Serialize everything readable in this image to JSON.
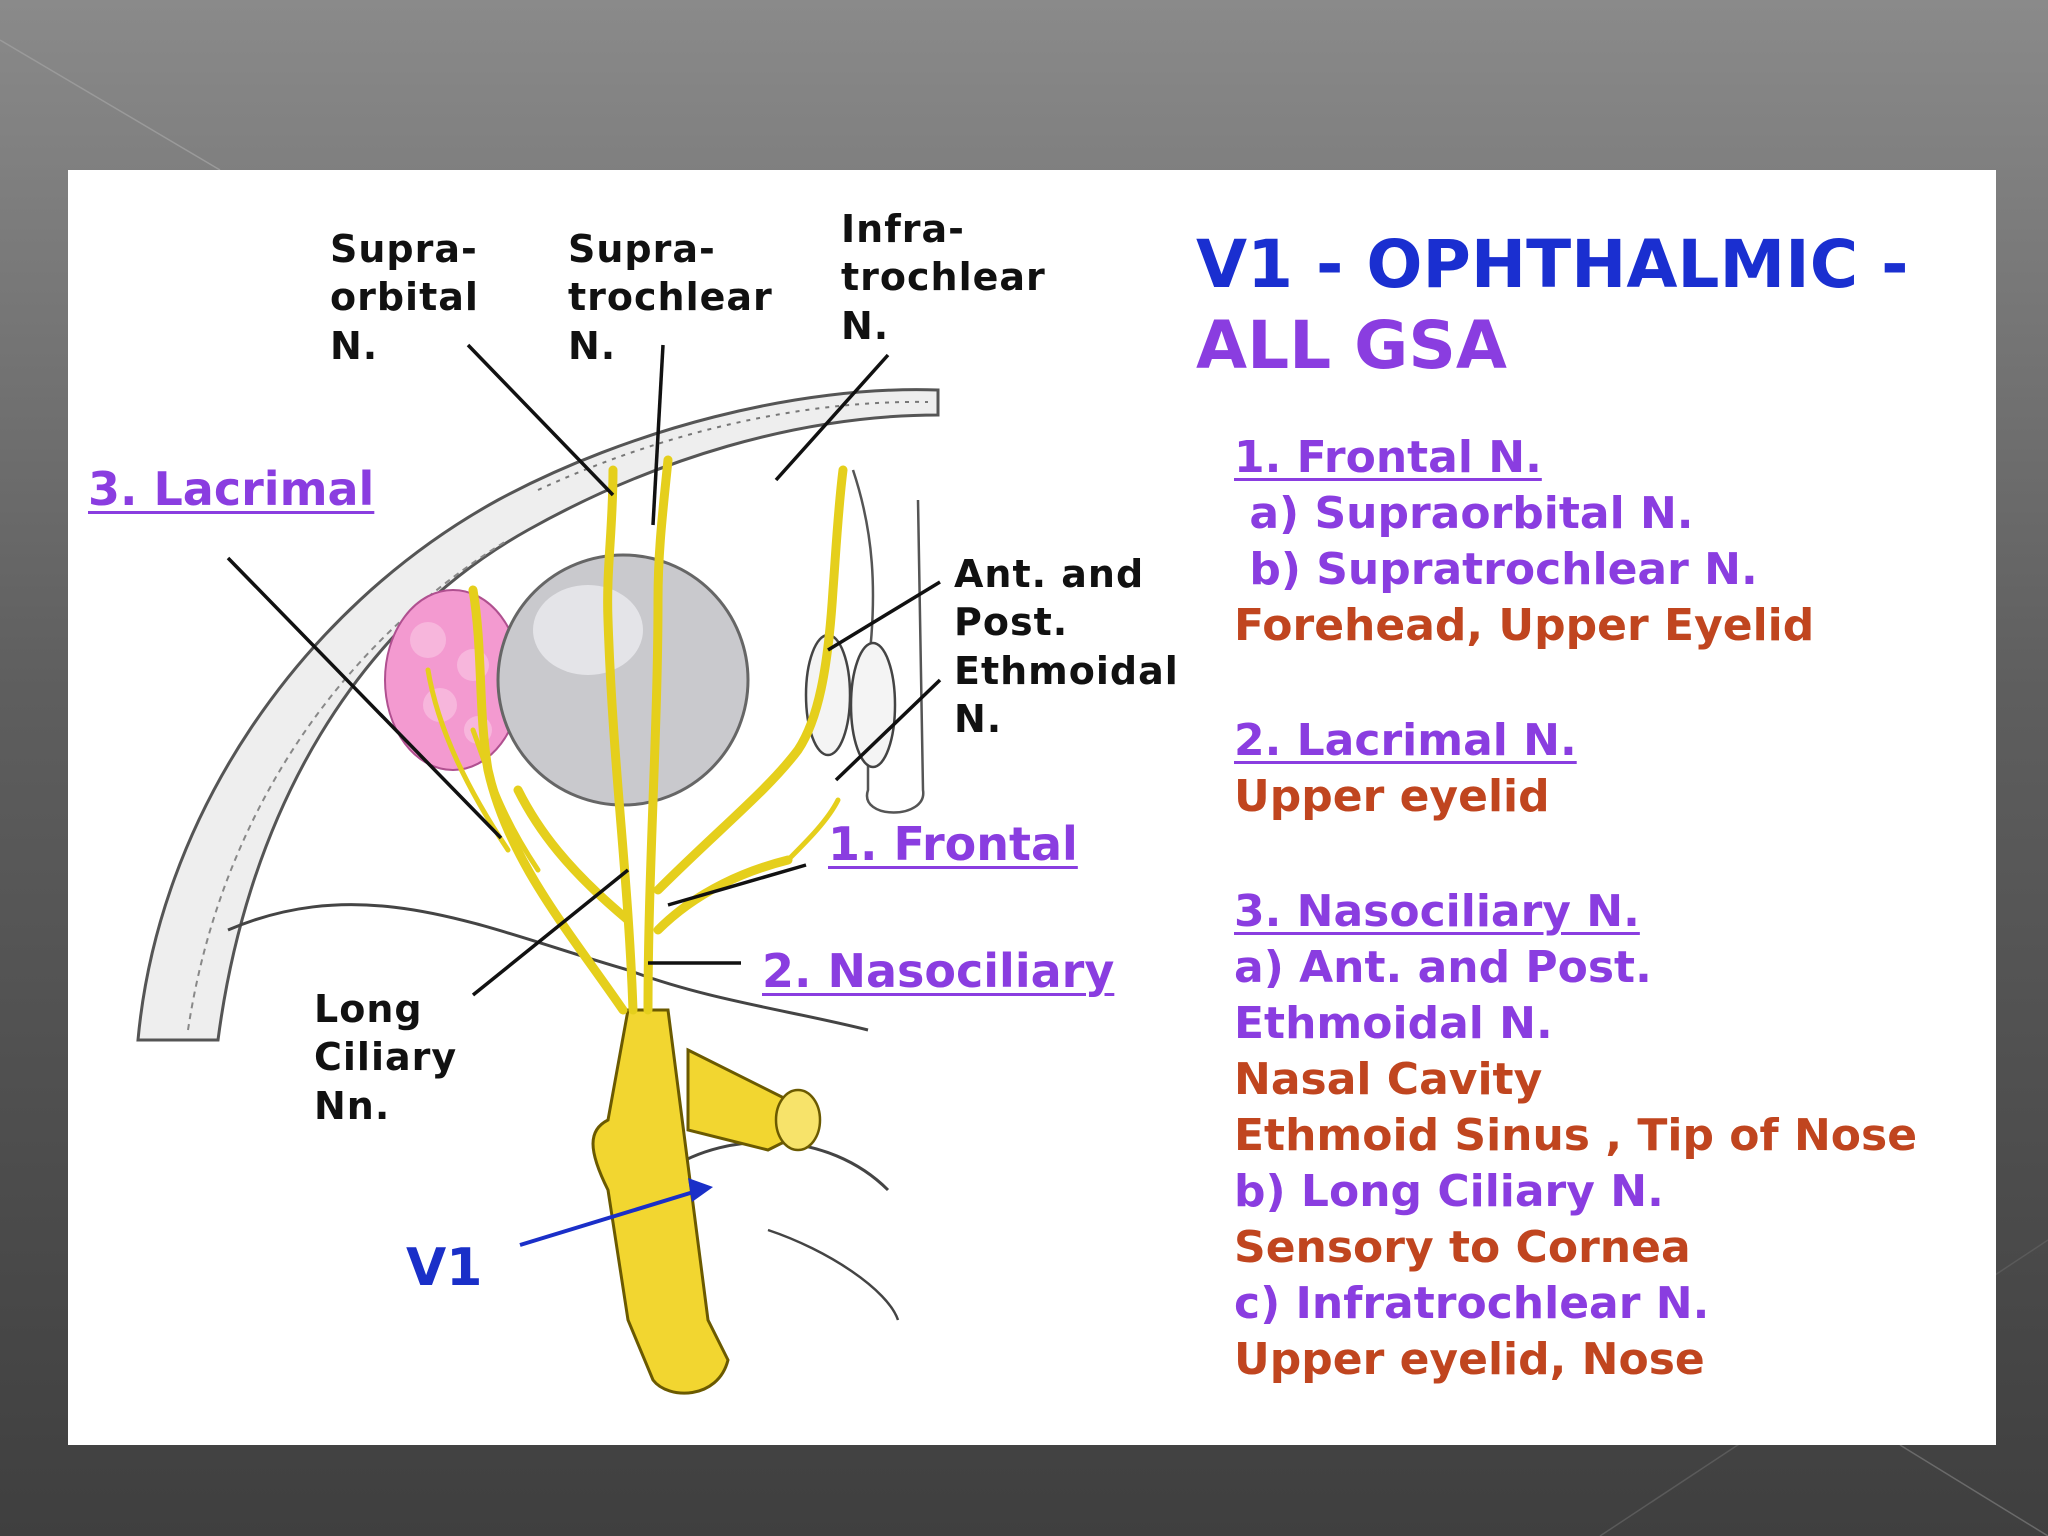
{
  "diagram_labels": {
    "supraorbital": "Supra-\norbital\nN.",
    "supratrochlear": "Supra-\ntrochlear\nN.",
    "infratrochlear": "Infra-\ntrochlear\nN.",
    "ethmoidal": "Ant. and\nPost.\nEthmoidal\nN.",
    "long_ciliary": "Long\nCiliary\nNn.",
    "lacrimal": "3. Lacrimal",
    "frontal": "1. Frontal",
    "nasociliary": "2. Nasociliary",
    "v1": "V1"
  },
  "title": {
    "line1": "V1 -  OPHTHALMIC -",
    "line2": "ALL GSA"
  },
  "notes": [
    {
      "text": "1. Frontal N.",
      "style": "purple-underline"
    },
    {
      "text": " a) Supraorbital N.",
      "style": "purple"
    },
    {
      "text": " b) Supratrochlear N.",
      "style": "purple"
    },
    {
      "text": "Forehead, Upper Eyelid",
      "style": "red"
    },
    {
      "text": "2. Lacrimal N.",
      "style": "purple-underline"
    },
    {
      "text": "Upper eyelid",
      "style": "red"
    },
    {
      "text": "3. Nasociliary N.",
      "style": "purple-underline"
    },
    {
      "text": "a) Ant. and Post.",
      "style": "purple"
    },
    {
      "text": "Ethmoidal N.",
      "style": "purple"
    },
    {
      "text": "Nasal Cavity",
      "style": "red"
    },
    {
      "text": "Ethmoid Sinus , Tip of Nose",
      "style": "red"
    },
    {
      "text": "b) Long Ciliary N.",
      "style": "purple"
    },
    {
      "text": "Sensory to Cornea",
      "style": "red"
    },
    {
      "text": "c) Infratrochlear N.",
      "style": "purple"
    },
    {
      "text": "Upper eyelid, Nose",
      "style": "red"
    }
  ],
  "colors": {
    "nerve": "#e8d21e",
    "title_blue": "#1a2fd0",
    "purple": "#8a3de0",
    "red": "#c0451f",
    "gland": "#f08ac8",
    "eyeball": "#c8c8cc"
  }
}
